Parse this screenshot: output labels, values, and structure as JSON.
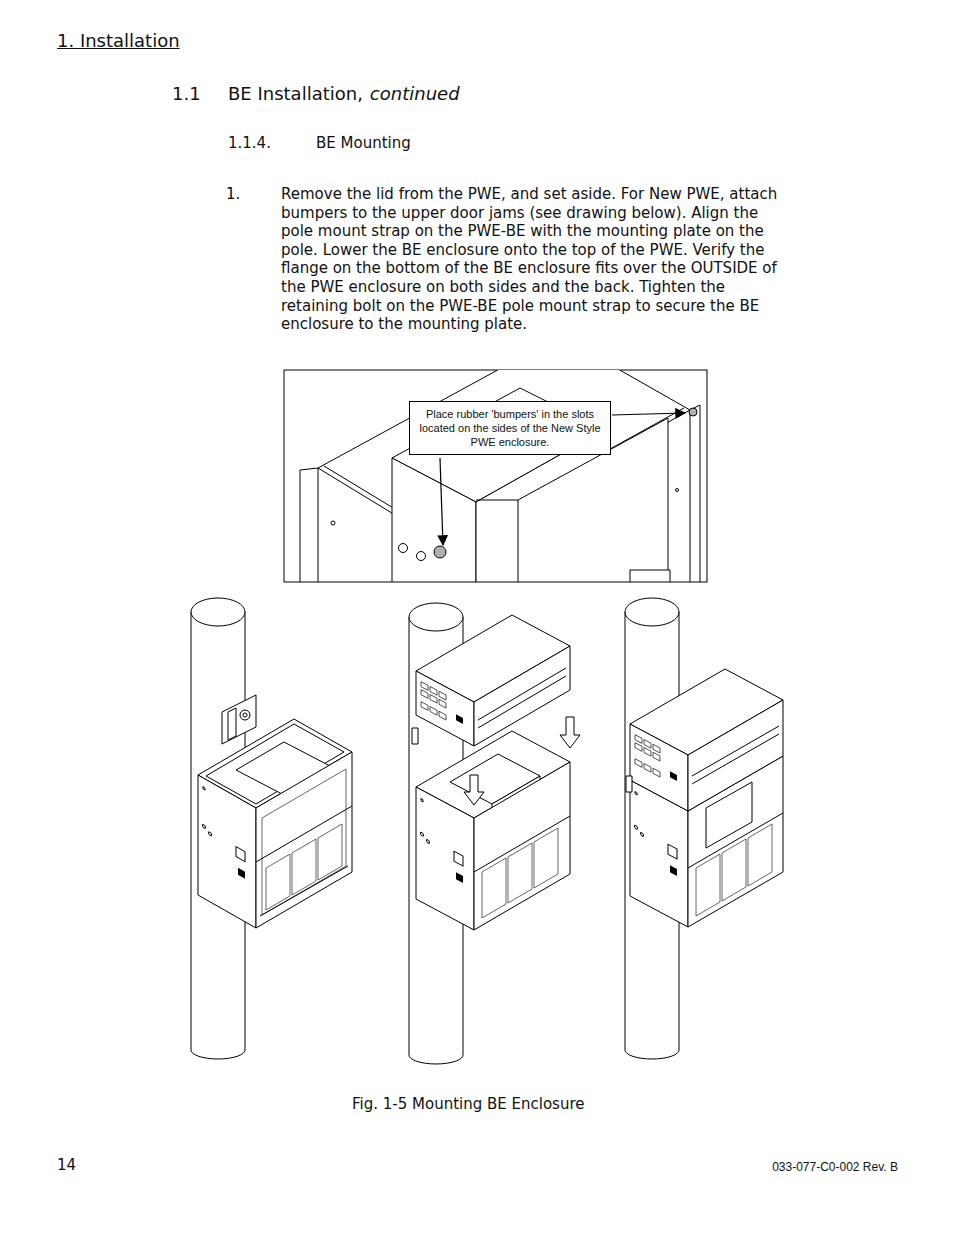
{
  "diagram": {
    "title": "1. Installation",
    "caption": "Fig. 1-5 Mounting BE Enclosure",
    "nodes": [
      {
        "text": [
          "Place rubber 'bumpers' in the slots located on the sides of the New Style PWE enclosure."
        ]
      }
    ],
    "edges": [],
    "labels": [
      "1.1",
      "BE Installation,",
      "continued",
      "1.1.4.",
      "BE Mounting",
      "1.",
      "Remove the lid from the PWE, and set aside. For New PWE, attach bumpers to the upper door jams (see drawing below). Align the pole mount strap on the PWE-BE with the mounting plate on the pole. Lower the BE enclosure onto the top of the PWE. Verify the flange on the bottom of the BE enclosure fits over the OUTSIDE of the PWE enclosure on both sides and the back. Tighten the retaining bolt on the PWE-BE pole mount strap to secure the BE enclosure to the mounting plate.",
      "14",
      "033-077-C0-002 Rev. B"
    ]
  }
}
